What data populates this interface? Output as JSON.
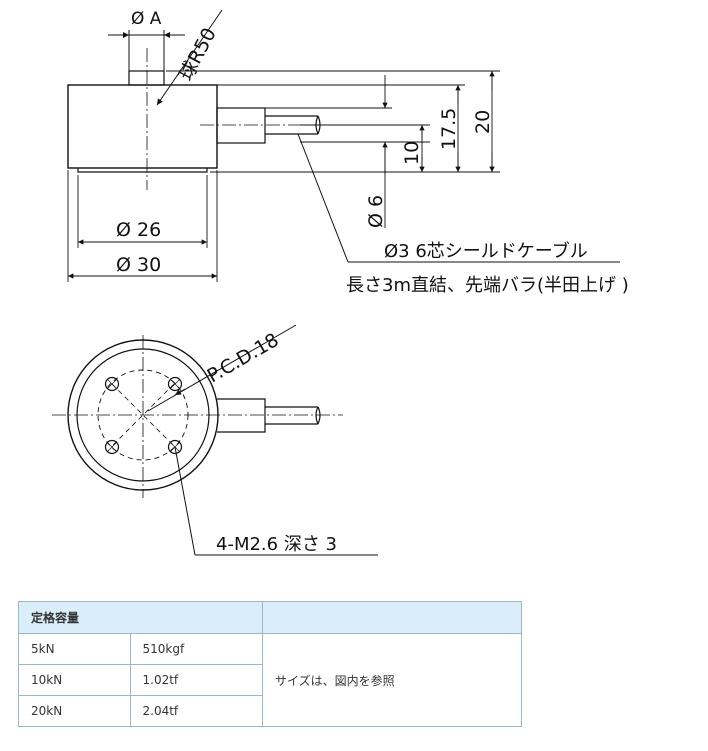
{
  "drawing": {
    "labels": {
      "dia_a": "Ø A",
      "sphere_r": "球R50",
      "dim_20": "20",
      "dim_17_5": "17.5",
      "dim_10": "10",
      "dim_6": "Ø 6",
      "dia_26": "Ø 26",
      "dia_30": "Ø 30",
      "cable_line1": "Ø3 6芯シールドケーブル",
      "cable_line2": "長さ3m直結、先端バラ(半田上げ )",
      "pcd": "P.C.D.18",
      "holes": "4-M2.6 深さ 3"
    }
  },
  "table": {
    "header": "定格容量",
    "rows": [
      {
        "capacity": "5kN",
        "value": "510kgf"
      },
      {
        "capacity": "10kN",
        "value": "1.02tf"
      },
      {
        "capacity": "20kN",
        "value": "2.04tf"
      }
    ],
    "note": "サイズは、図内を参照"
  }
}
